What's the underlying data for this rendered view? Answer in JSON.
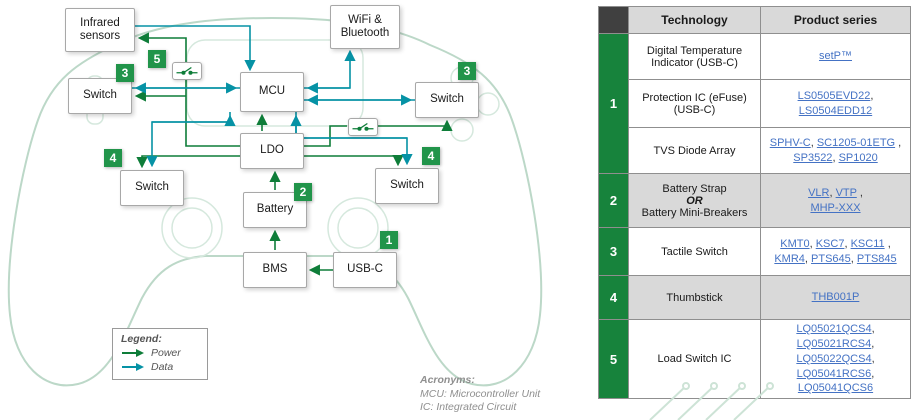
{
  "colors": {
    "power_green": "#0e7d39",
    "data_teal": "#0692a5",
    "badge_green": "#21944a",
    "table_number_green": "#17833c",
    "link_blue": "#4472c4",
    "header_gray": "#d9d9d9",
    "outline_green": "#bcd8c8"
  },
  "diagram": {
    "blocks": {
      "infrared": "Infrared sensors",
      "wifi": "WiFi & Bluetooth",
      "mcu": "MCU",
      "ldo": "LDO",
      "battery": "Battery",
      "bms": "BMS",
      "usbc": "USB-C",
      "switch": "Switch"
    },
    "badges": {
      "usbc": "1",
      "battery": "2",
      "tactile_switch": "3",
      "thumbstick": "4",
      "load_switch": "5"
    },
    "legend": {
      "title": "Legend:",
      "power": "Power",
      "data": "Data"
    },
    "acronyms": {
      "title": "Acronyms:",
      "line1": "MCU: Microcontroller Unit",
      "line2": "IC: Integrated Circuit"
    }
  },
  "table": {
    "header": {
      "technology": "Technology",
      "product": "Product series"
    },
    "groups": [
      {
        "num": "1",
        "rows": [
          {
            "tech": "Digital Temperature Indicator (USB-C)",
            "lines": [
              [
                "setP™"
              ]
            ]
          },
          {
            "tech": "Protection IC (eFuse) (USB-C)",
            "lines": [
              [
                "LS0505EVD22"
              ],
              [
                "LS0504EDD12"
              ]
            ]
          },
          {
            "tech": "TVS Diode Array",
            "lines": [
              [
                "SPHV-C",
                "SC1205-01ETG"
              ],
              [
                "SP3522",
                "SP1020"
              ]
            ]
          }
        ]
      },
      {
        "num": "2",
        "rows": [
          {
            "tech_line1": "Battery Strap",
            "tech_or": "OR",
            "tech_line2": "Battery Mini-Breakers",
            "lines": [
              [
                "VLR",
                "VTP"
              ],
              [
                "MHP-XXX"
              ]
            ]
          }
        ]
      },
      {
        "num": "3",
        "rows": [
          {
            "tech": "Tactile Switch",
            "lines": [
              [
                "KMT0",
                "KSC7",
                "KSC11"
              ],
              [
                "KMR4",
                "PTS645",
                "PTS845"
              ]
            ]
          }
        ]
      },
      {
        "num": "4",
        "rows": [
          {
            "tech": "Thumbstick",
            "lines": [
              [
                "THB001P"
              ]
            ]
          }
        ]
      },
      {
        "num": "5",
        "rows": [
          {
            "tech": "Load Switch IC",
            "lines": [
              [
                "LQ05021QCS4"
              ],
              [
                "LQ05021RCS4"
              ],
              [
                "LQ05022QCS4"
              ],
              [
                "LQ05041RCS6"
              ],
              [
                "LQ05041QCS6"
              ]
            ]
          }
        ]
      }
    ]
  }
}
